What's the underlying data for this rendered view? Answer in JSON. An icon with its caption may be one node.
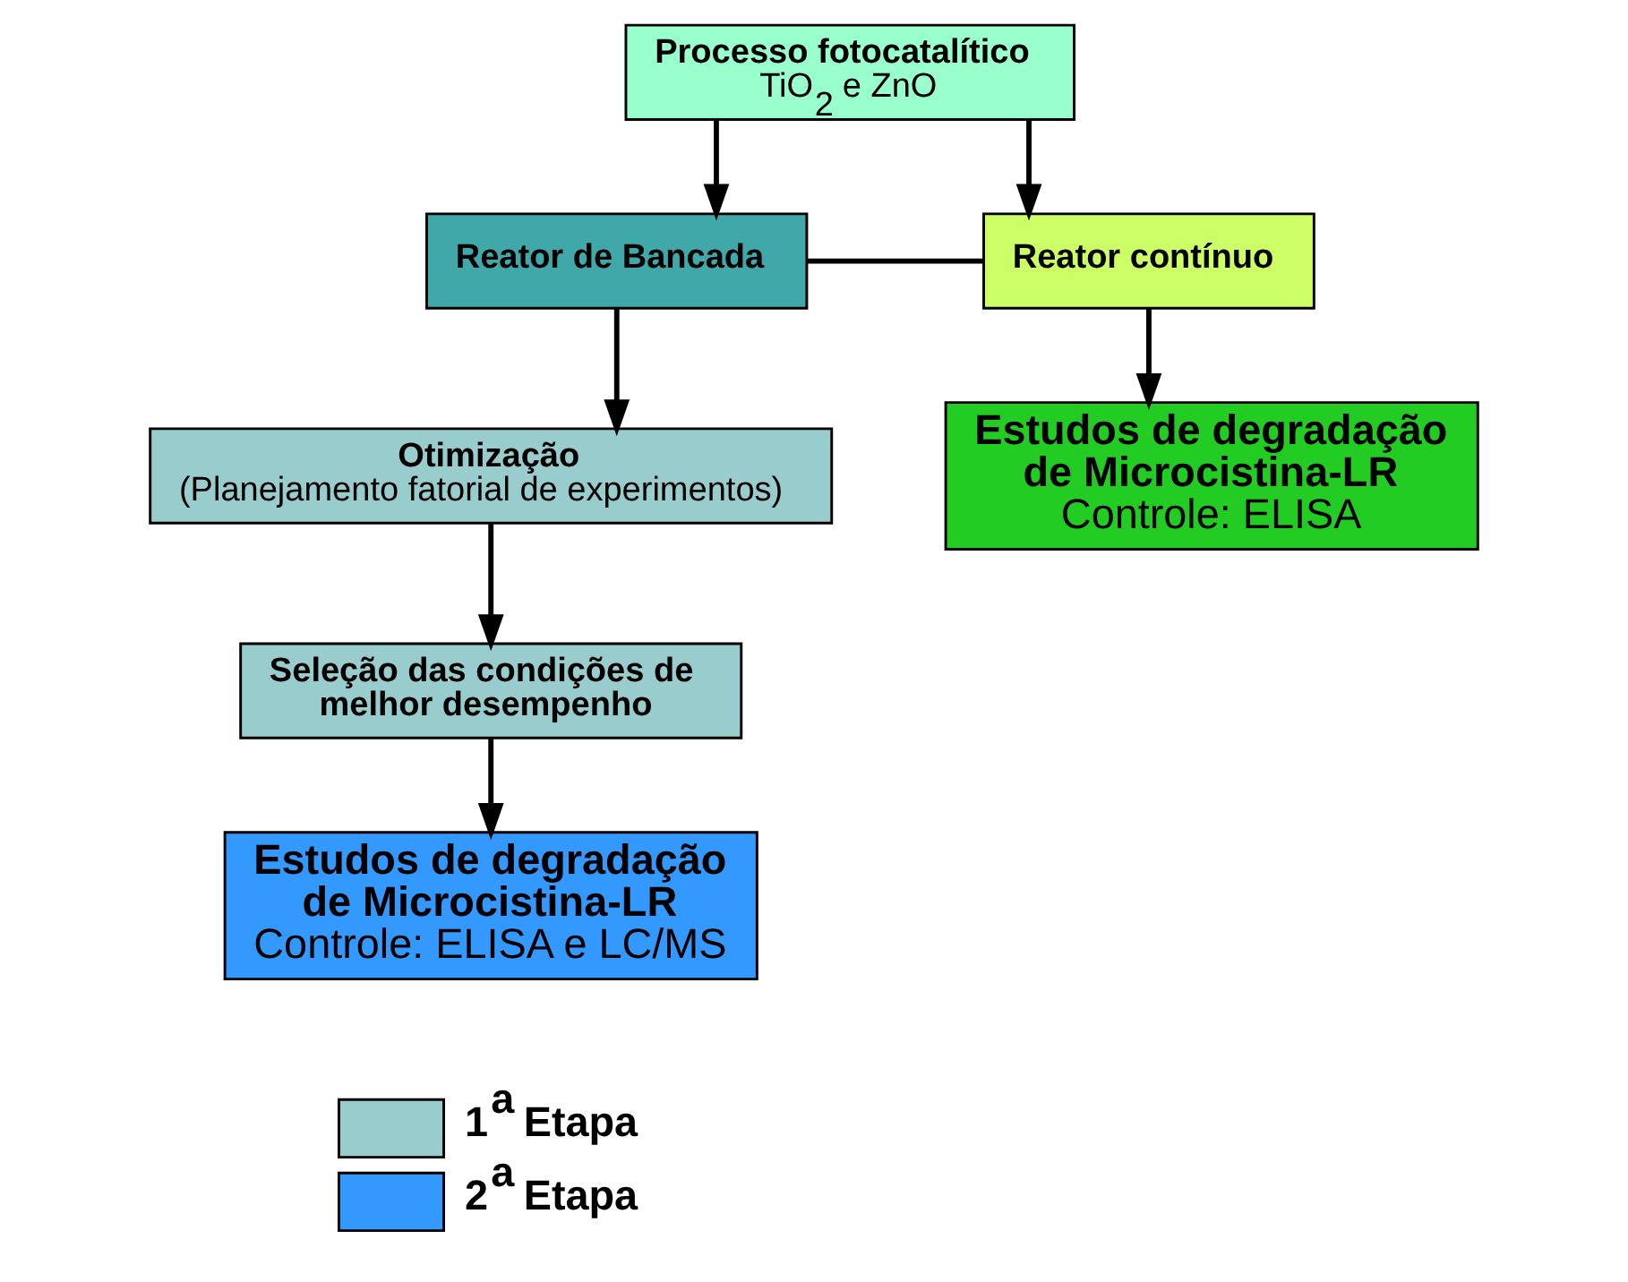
{
  "diagram": {
    "nodes": [
      {
        "text": [
          "Processo fotocatalítico",
          "TiO$_{2}$ e ZnO"
        ]
      },
      {
        "text": [
          "Reator de Bancada"
        ]
      },
      {
        "text": [
          "Reator contínuo"
        ]
      },
      {
        "text": [
          "Otimização",
          "(Planejamento fatorial de experimentos)"
        ]
      },
      {
        "text": [
          "Seleção das condições de melhor desempenho"
        ]
      },
      {
        "text": [
          "Estudos de degradação de Microcistina-LR",
          "Controle: ELISA e LC/MS"
        ]
      },
      {
        "text": [
          "Estudos de degradação de Microcistina-LR",
          "Controle: ELISA"
        ]
      }
    ],
    "edges": [
      {
        "from": 0,
        "to": 1,
        "arrow": "to"
      },
      {
        "from": 0,
        "to": 2,
        "arrow": "to"
      },
      {
        "from": 1,
        "to": 2,
        "arrow": "none"
      },
      {
        "from": 1,
        "to": 3,
        "arrow": "to"
      },
      {
        "from": 3,
        "to": 4,
        "arrow": "to"
      },
      {
        "from": 4,
        "to": 5,
        "arrow": "to"
      },
      {
        "from": 2,
        "to": 6,
        "arrow": "to"
      }
    ],
    "legend": [
      {
        "text": "1$^{a}$ Etapa",
        "color": "#99cccc"
      },
      {
        "text": "2$^{a}$ Etapa",
        "color": "#3399ff"
      }
    ]
  }
}
